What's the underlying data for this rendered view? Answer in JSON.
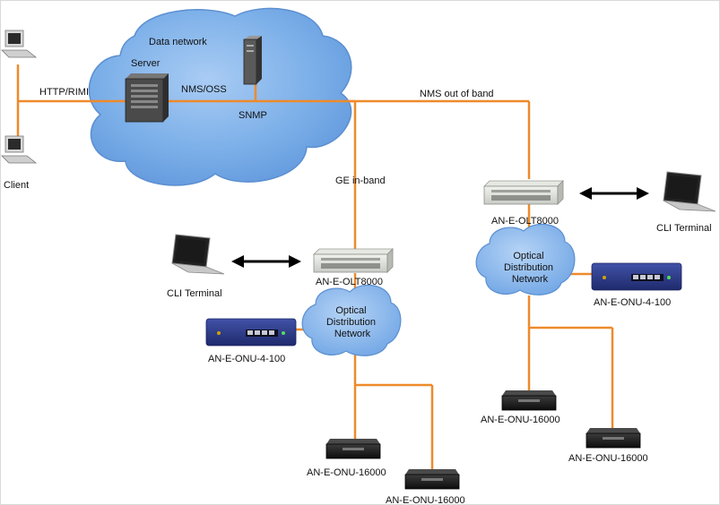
{
  "colors": {
    "link": "#ee8a2b",
    "cloud_fill": "#7aaee8",
    "cloud_edge": "#5b8fd0",
    "onu_blue": "#2b3a8c",
    "device_grey": "#d9dcd8"
  },
  "labels": {
    "data_network": "Data network",
    "server": "Server",
    "nms_oss": "NMS/OSS",
    "http_rimi": "HTTP/RIMI",
    "snmp": "SNMP",
    "nms_out_of_band": "NMS out of band",
    "client": "Client",
    "ge_in_band": "GE in-band",
    "olt_left": "AN-E-OLT8000",
    "olt_right": "AN-E-OLT8000",
    "cli_left": "CLI Terminal",
    "cli_right": "CLI Terminal",
    "odn_left": [
      "Optical",
      "Distribution",
      "Network"
    ],
    "odn_right": [
      "Optical",
      "Distribution",
      "Network"
    ],
    "onu4_left": "AN-E-ONU-4-100",
    "onu4_right": "AN-E-ONU-4-100",
    "onu16_left_a": "AN-E-ONU-16000",
    "onu16_left_b": "AN-E-ONU-16000",
    "onu16_right_a": "AN-E-ONU-16000",
    "onu16_right_b": "AN-E-ONU-16000"
  },
  "icons": [
    "desktop-computer-icon",
    "server-tower-icon",
    "rack-server-icon",
    "olt-chassis-icon",
    "laptop-icon",
    "double-arrow-icon",
    "onu-switch-icon",
    "cloud-icon"
  ]
}
